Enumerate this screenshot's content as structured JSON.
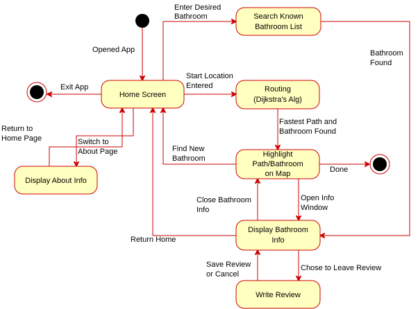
{
  "states": {
    "home_screen": {
      "lines": [
        "Home Screen"
      ]
    },
    "search_known": {
      "lines": [
        "Search Known",
        "Bathroom List"
      ]
    },
    "routing": {
      "lines": [
        "Routing",
        "(Dijkstra's Alg)"
      ]
    },
    "highlight": {
      "lines": [
        "Highlight",
        "Path/Bathroom",
        "on Map"
      ]
    },
    "display_about": {
      "lines": [
        "Display About Info"
      ]
    },
    "display_bathroom": {
      "lines": [
        "Display Bathroom",
        "Info"
      ]
    },
    "write_review": {
      "lines": [
        "Write Review"
      ]
    }
  },
  "transitions": {
    "opened_app": [
      "Opened App"
    ],
    "enter_desired": [
      "Enter Desired",
      "Bathroom"
    ],
    "bathroom_found": [
      "Bathroom",
      "Found"
    ],
    "exit_app": [
      "Exit App"
    ],
    "start_location": [
      "Start Location",
      "Entered"
    ],
    "return_home_page": [
      "Return to",
      "Home Page"
    ],
    "switch_about": [
      "Switch to",
      "About Page"
    ],
    "fastest_path": [
      "Fastest Path and",
      "Bathroom Found"
    ],
    "find_new": [
      "Find New",
      "Bathroom"
    ],
    "done": [
      "Done"
    ],
    "close_bathroom": [
      "Close Bathroom",
      "Info"
    ],
    "open_info": [
      "Open Info",
      "Window"
    ],
    "return_home": [
      "Return Home"
    ],
    "save_review": [
      "Save Review",
      "or Cancel"
    ],
    "chose_review": [
      "Chose to Leave Review"
    ]
  },
  "colors": {
    "state_fill": "#ffffc0",
    "stroke": "#cc0000",
    "initial_fill": "#000000"
  }
}
